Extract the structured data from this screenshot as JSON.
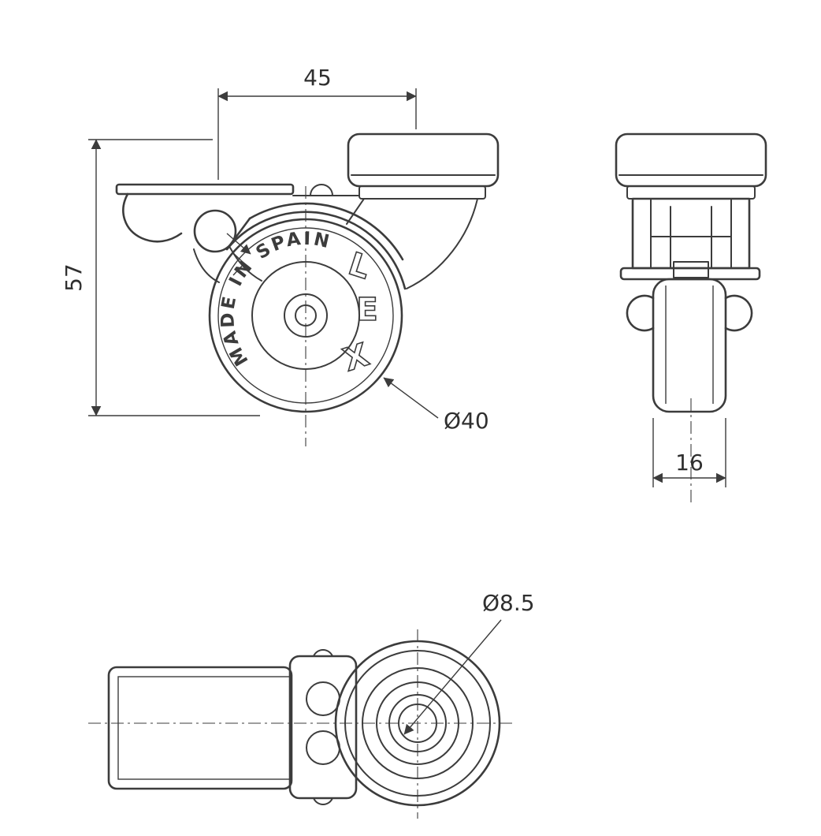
{
  "dimensions": {
    "width_top": "45",
    "height_left": "57",
    "wheel_diameter": "Ø40",
    "wheel_width": "16",
    "hole_diameter": "Ø8.5"
  },
  "wheel_marking": "MADE IN SPAIN",
  "brand_letters": [
    "L",
    "E",
    "X"
  ],
  "colors": {
    "line_color": "#3c3c3c",
    "background": "#ffffff"
  }
}
